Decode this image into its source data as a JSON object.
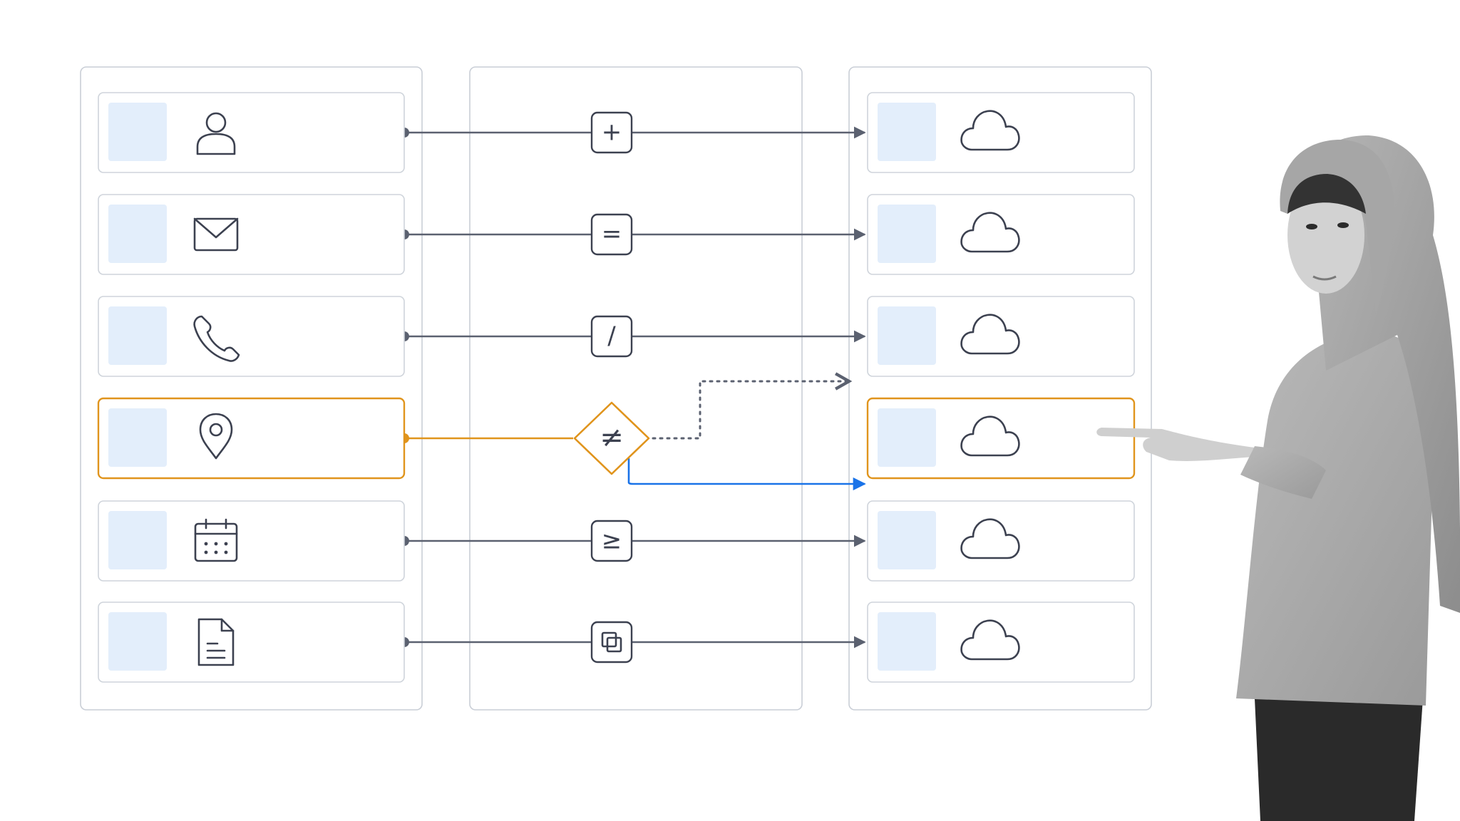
{
  "colors": {
    "panel_border": "#c9ced6",
    "card_border": "#cfd4db",
    "swatch": "#e3eefb",
    "line": "#5b6170",
    "icon": "#3c4150",
    "highlight": "#e0941c",
    "branch": "#1a73e8"
  },
  "source_fields": [
    {
      "icon": "user-icon",
      "highlighted": false
    },
    {
      "icon": "mail-icon",
      "highlighted": false
    },
    {
      "icon": "phone-icon",
      "highlighted": false
    },
    {
      "icon": "location-pin-icon",
      "highlighted": true
    },
    {
      "icon": "calendar-icon",
      "highlighted": false
    },
    {
      "icon": "document-icon",
      "highlighted": false
    }
  ],
  "operators": [
    {
      "symbol": "+",
      "shape": "square"
    },
    {
      "symbol": "=",
      "shape": "square"
    },
    {
      "symbol": "/",
      "shape": "square"
    },
    {
      "symbol": "≠",
      "shape": "diamond"
    },
    {
      "symbol": "≥",
      "shape": "square"
    },
    {
      "symbol": "copy-icon",
      "shape": "square"
    }
  ],
  "target_fields": [
    {
      "icon": "cloud-icon",
      "highlighted": false
    },
    {
      "icon": "cloud-icon",
      "highlighted": false
    },
    {
      "icon": "cloud-icon",
      "highlighted": false
    },
    {
      "icon": "cloud-icon",
      "highlighted": true
    },
    {
      "icon": "cloud-icon",
      "highlighted": false
    },
    {
      "icon": "cloud-icon",
      "highlighted": false
    }
  ],
  "presenter": {
    "description_icon": "presenter-photo",
    "pointing_at": "target-row-4"
  }
}
